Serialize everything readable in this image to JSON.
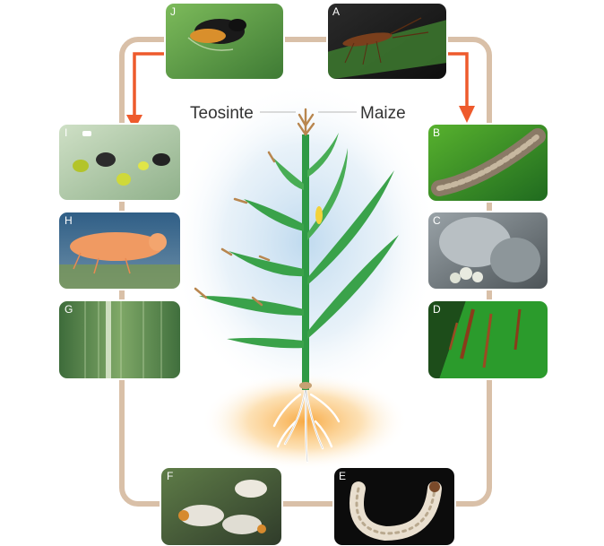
{
  "titles": {
    "left": "Teosinte",
    "right": "Maize"
  },
  "panels": [
    {
      "letter": "J",
      "subject": "parasitoid-wasp-on-leaf"
    },
    {
      "letter": "A",
      "subject": "ichneumon-wasp"
    },
    {
      "letter": "B",
      "subject": "caterpillar"
    },
    {
      "letter": "C",
      "subject": "corn-smut"
    },
    {
      "letter": "D",
      "subject": "leaf-blight"
    },
    {
      "letter": "E",
      "subject": "larva-on-dark"
    },
    {
      "letter": "F",
      "subject": "white-grubs-in-soil"
    },
    {
      "letter": "G",
      "subject": "striped-leaf-virus"
    },
    {
      "letter": "H",
      "subject": "leafhopper"
    },
    {
      "letter": "I",
      "subject": "aphids-on-leaf"
    }
  ],
  "colors": {
    "frame": "#d9c0a8",
    "arrow": "#ee5a2c",
    "stem": "#2f9a45",
    "leaf": "#3aa24a",
    "tassel": "#b8864e",
    "root": "#ffffff",
    "glow_top": "#bcd8ee",
    "glow_bottom": "#f7a53a"
  }
}
